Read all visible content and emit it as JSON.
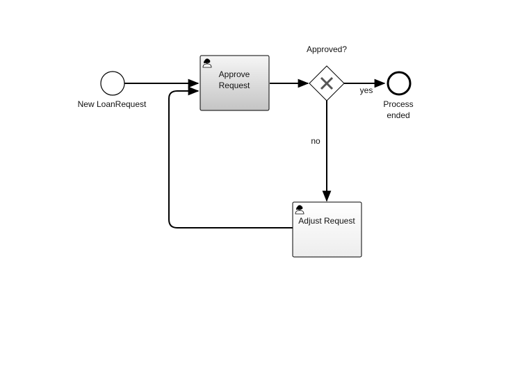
{
  "diagram": {
    "events": {
      "start": {
        "label": "New LoanRequest"
      },
      "end": {
        "label_line1": "Process",
        "label_line2": "ended"
      }
    },
    "tasks": {
      "approve": {
        "label_line1": "Approve",
        "label_line2": "Request",
        "icon": "user-icon"
      },
      "adjust": {
        "label": "Adjust Request",
        "icon": "user-icon"
      }
    },
    "gateway": {
      "label": "Approved?",
      "type": "exclusive"
    },
    "flows": {
      "yes": "yes",
      "no": "no"
    },
    "colors": {
      "stroke": "#000000",
      "task_fill_top": "#f8f8f8",
      "task_fill_bottom": "#c8c8c8",
      "gateway_x": "#555555"
    }
  }
}
